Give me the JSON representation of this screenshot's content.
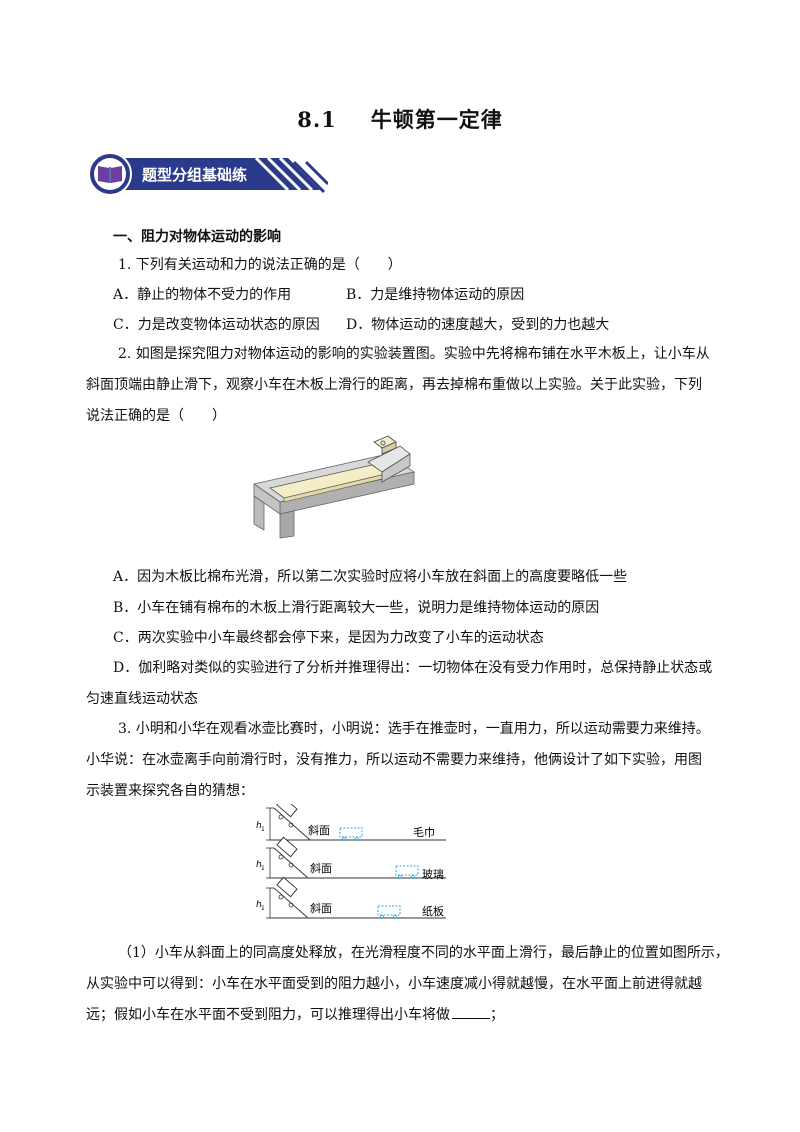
{
  "title": {
    "number": "8.1",
    "text": "牛顿第一定律"
  },
  "banner": {
    "label": "题型分组基础练",
    "icon": "book-icon",
    "color": "#2b3a8c"
  },
  "section1": {
    "heading": "一、阻力对物体运动的影响"
  },
  "q1": {
    "stem": "1. 下列有关运动和力的说法正确的是（　　）",
    "A": "A．静止的物体不受力的作用",
    "B": "B．力是维持物体运动的原因",
    "C": "C．力是改变物体运动状态的原因",
    "D": "D．物体运动的速度越大，受到的力也越大"
  },
  "q2": {
    "stem_l1": "2. 如图是探究阻力对物体运动的影响的实验装置图。实验中先将棉布铺在水平木板上，让小车从",
    "stem_l2": "斜面顶端由静止滑下，观察小车在木板上滑行的距离，再去掉棉布重做以上实验。关于此实验，下列",
    "stem_l3": "说法正确的是（　　）",
    "A": "A．因为木板比棉布光滑，所以第二次实验时应将小车放在斜面上的高度要略低一些",
    "B": "B．小车在铺有棉布的木板上滑行距离较大一些，说明力是维持物体运动的原因",
    "C": "C．两次实验中小车最终都会停下来，是因为力改变了小车的运动状态",
    "D_l1": "D．伽利略对类似的实验进行了分析并推理得出：一切物体在没有受力作用时，总保持静止状态或",
    "D_l2": "匀速直线运动状态"
  },
  "q3": {
    "stem_l1": "3. 小明和小华在观看冰壶比赛时，小明说：选手在推壶时，一直用力，所以运动需要力来维持。",
    "stem_l2": "小华说：在冰壶离手向前滑行时，没有推力，所以运动不需要力来维持，他俩设计了如下实验，用图",
    "stem_l3": "示装置来探究各自的猜想：",
    "figure": {
      "rows": [
        {
          "height_label": "h",
          "height_sub": "1",
          "slope_label": "斜面",
          "surface_label": "毛巾"
        },
        {
          "height_label": "h",
          "height_sub": "1",
          "slope_label": "斜面",
          "surface_label": "玻璃"
        },
        {
          "height_label": "h",
          "height_sub": "1",
          "slope_label": "斜面",
          "surface_label": "纸板"
        }
      ]
    },
    "part1_l1": "（1）小车从斜面上的同高度处释放，在光滑程度不同的水平面上滑行，最后静止的位置如图所示，",
    "part1_l2": "从实验中可以得到：小车在水平面受到的阻力越小，小车速度减小得就越慢，在水平面上前进得就越",
    "part1_l3_a": "远；假如小车在水平面不受到阻力，可以推理得出小车将做",
    "part1_l3_b": "；"
  }
}
